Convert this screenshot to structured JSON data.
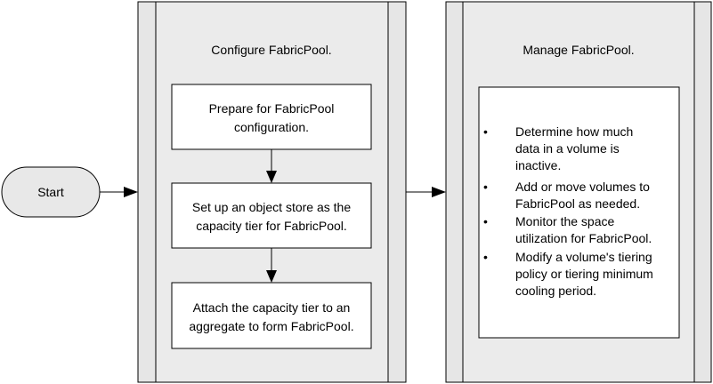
{
  "start": {
    "label": "Start"
  },
  "configure": {
    "title": "Configure FabricPool.",
    "steps": [
      {
        "lines": [
          "Prepare for FabricPool",
          "configuration."
        ]
      },
      {
        "lines": [
          "Set up an object store as the",
          "capacity tier for FabricPool."
        ]
      },
      {
        "lines": [
          "Attach the capacity tier to an",
          "aggregate to form FabricPool."
        ]
      }
    ]
  },
  "manage": {
    "title": "Manage FabricPool.",
    "bullet_symbol": "•",
    "items": [
      {
        "lines": [
          "Determine how much",
          "data in a volume is",
          "inactive."
        ]
      },
      {
        "lines": [
          "Add or move volumes to",
          "FabricPool as needed."
        ]
      },
      {
        "lines": [
          "Monitor the space",
          "utilization for FabricPool."
        ]
      },
      {
        "lines": [
          "Modify a volume's tiering",
          "policy or tiering minimum",
          "cooling period."
        ]
      }
    ]
  }
}
